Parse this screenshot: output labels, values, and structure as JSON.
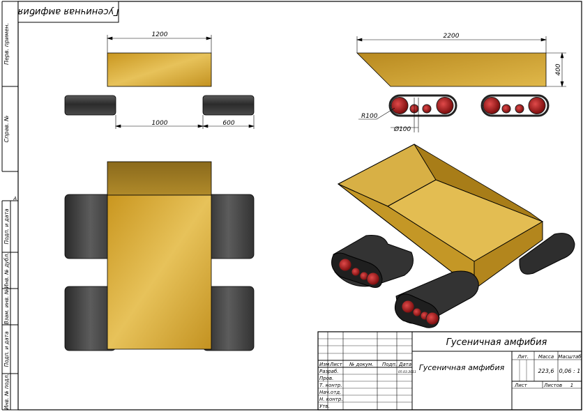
{
  "top_stamp": "Гусеничная амфибия",
  "side_labels": [
    "Перв. примен.",
    "Справ. №",
    "Подп. и дата",
    "Инв. № дубл.",
    "Взам. инв. №",
    "Подп. и дата",
    "Инв. № подл."
  ],
  "zone_marker": "A",
  "dimensions": {
    "front_width": "1200",
    "track_spacing": "1000",
    "track_length": "600",
    "side_length": "2200",
    "height": "400",
    "radius": "R100",
    "diameter": "Ø100"
  },
  "title_block": {
    "title_main": "Гусеничная амфибия",
    "title_designation": "Гусеничная амфибия",
    "col_izm": "Изм",
    "col_list": "Лист",
    "col_doc": "№ докум.",
    "col_sign": "Подп.",
    "col_date": "Дата",
    "date_value": "05.03.2011",
    "rows": [
      "Разраб.",
      "Пров.",
      "Т. контр.",
      "Нач.отд.",
      "Н. контр.",
      "Утв."
    ],
    "lit_label": "Лит.",
    "mass_label": "Масса",
    "scale_label": "Масштаб",
    "mass_value": "223,6",
    "scale_value": "0,06 : 1",
    "sheet_label": "Лист",
    "sheets_label": "Листов",
    "sheets_value": "1"
  },
  "colors": {
    "body_gold": "#d4a933",
    "track_dark": "#3a3a3a",
    "wheel_red": "#a81818"
  }
}
